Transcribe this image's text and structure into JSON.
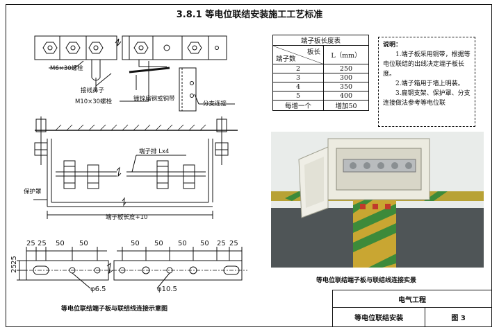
{
  "title": "3.8.1 等电位联结安装施工工艺标准",
  "labels": {
    "m6_bolt": "M6×30螺栓",
    "lug": "接线鼻子",
    "m10_bolt": "M10×30螺栓",
    "flat_steel": "镀锌扁钢或铜带",
    "branch": "分支连接",
    "terminal_row": "端子排 Lx4",
    "cover": "保护罩",
    "board_length": "端子板长度+10"
  },
  "length_table": {
    "title": "端子板长度表",
    "header_top": "板长",
    "header_bottom": "端子数",
    "header_unit": "L（mm）",
    "rows": [
      {
        "count": "2",
        "length": "250"
      },
      {
        "count": "3",
        "length": "300"
      },
      {
        "count": "4",
        "length": "350"
      },
      {
        "count": "5",
        "length": "400"
      },
      {
        "count": "每增一个",
        "length": "增加50"
      }
    ]
  },
  "notes": {
    "title": "说明：",
    "items": [
      "1.端子板采用铜带，根据等电位联结的出线决定端子板长度。",
      "2.端子箱用于墙上明装。",
      "3.扁钢支架、保护罩、分支连接做法参考等电位联"
    ]
  },
  "dimensions": {
    "d25a": "25",
    "d25b": "25",
    "d50a": "50",
    "d50b": "50",
    "d50c": "50",
    "d50d": "50",
    "d50e": "50",
    "d50f": "50",
    "d25c": "25",
    "d25d": "25",
    "v25a": "25",
    "v25b": "25",
    "hole_small": "φ6.5",
    "hole_large": "φ10.5"
  },
  "captions": {
    "schematic": "等电位联结端子板与联结线连接示意图",
    "photo": "等电位联结端子板与联结线连接实景"
  },
  "title_block": {
    "category": "电气工程",
    "name": "等电位联结安装",
    "figure": "图 3"
  }
}
